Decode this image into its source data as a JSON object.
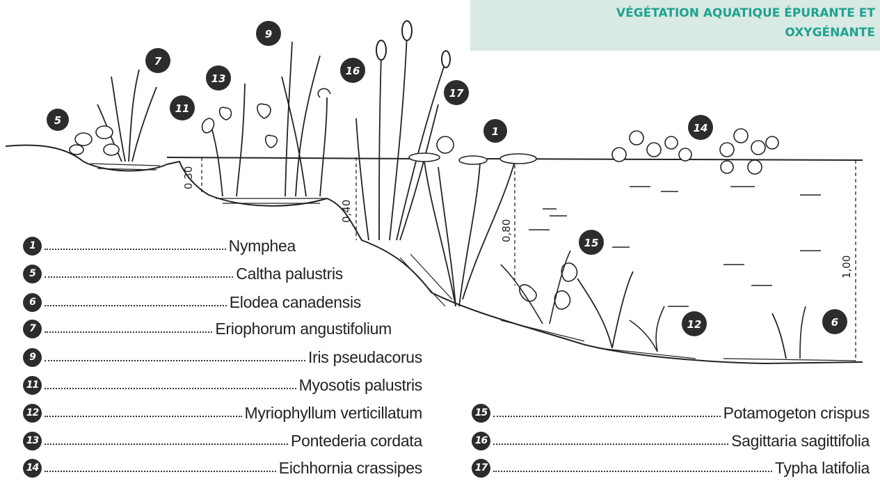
{
  "header": {
    "title_line1": "VÉGÉTATION AQUATIQUE ÉPURANTE ET",
    "title_line2": "OXYGÉNANTE"
  },
  "diagram": {
    "depths": [
      "0,30",
      "0,40",
      "0,80",
      "1,00"
    ],
    "callouts": [
      "5",
      "7",
      "11",
      "13",
      "9",
      "16",
      "17",
      "1",
      "14",
      "15",
      "12",
      "6"
    ]
  },
  "legend_left": [
    {
      "num": "1",
      "name": "Nymphea"
    },
    {
      "num": "5",
      "name": "Caltha palustris"
    },
    {
      "num": "6",
      "name": "Elodea canadensis"
    },
    {
      "num": "7",
      "name": "Eriophorum angustifolium"
    },
    {
      "num": "9",
      "name": "Iris pseudacorus"
    },
    {
      "num": "11",
      "name": "Myosotis palustris"
    },
    {
      "num": "12",
      "name": "Myriophyllum verticillatum"
    },
    {
      "num": "13",
      "name": "Pontederia cordata"
    },
    {
      "num": "14",
      "name": "Eichhornia crassipes"
    }
  ],
  "legend_right": [
    {
      "num": "15",
      "name": "Potamogeton crispus"
    },
    {
      "num": "16",
      "name": "Sagittaria sagittifolia"
    },
    {
      "num": "17",
      "name": "Typha latifolia"
    }
  ],
  "colors": {
    "banner_bg": "#d9e9e4",
    "banner_text": "#1fa28f",
    "badge": "#2c2c2c"
  }
}
